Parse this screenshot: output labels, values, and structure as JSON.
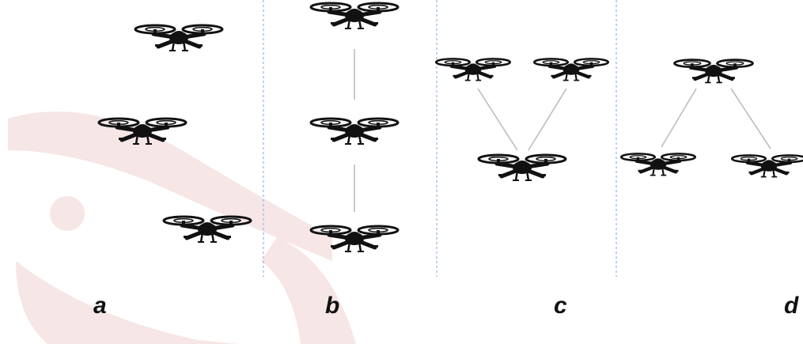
{
  "panels": [
    {
      "label": "a",
      "arrangement": "echelon"
    },
    {
      "label": "b",
      "arrangement": "column"
    },
    {
      "label": "c",
      "arrangement": "v-formation"
    },
    {
      "label": "d",
      "arrangement": "inverted-v-formation"
    }
  ],
  "colors": {
    "drone": "#111111",
    "link_line": "#bdbdbd",
    "divider": "#9bbbe0",
    "watermark": "#f6e6e6"
  },
  "icons": {
    "drone": "quadcopter-drone-icon"
  }
}
